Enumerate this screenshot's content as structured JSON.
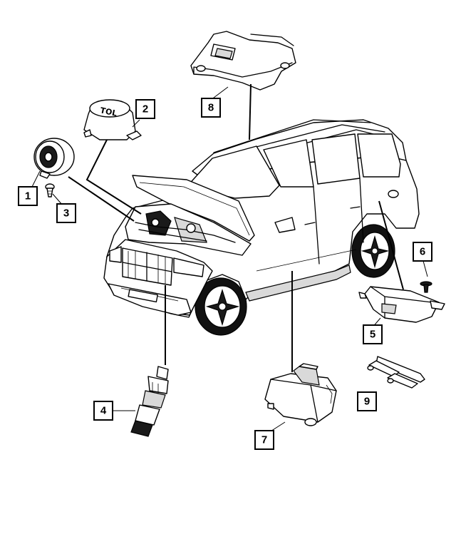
{
  "callouts": [
    {
      "id": "1",
      "label": "1"
    },
    {
      "id": "2",
      "label": "2"
    },
    {
      "id": "3",
      "label": "3"
    },
    {
      "id": "4",
      "label": "4"
    },
    {
      "id": "5",
      "label": "5"
    },
    {
      "id": "6",
      "label": "6"
    },
    {
      "id": "7",
      "label": "7"
    },
    {
      "id": "8",
      "label": "8"
    },
    {
      "id": "9",
      "label": "9"
    }
  ],
  "horn_marking": "TOL"
}
